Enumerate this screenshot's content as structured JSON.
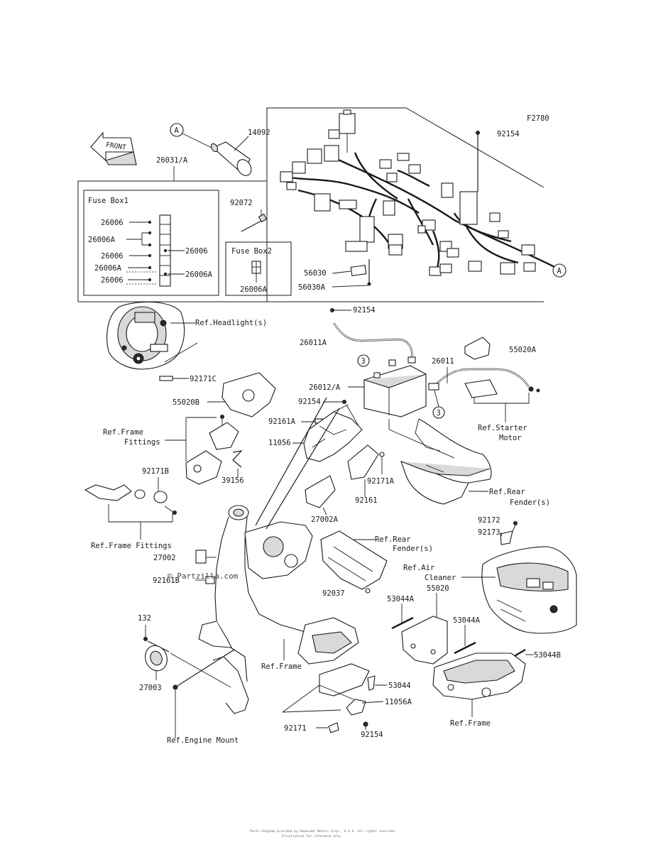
{
  "diagram": {
    "figure_code": "F2780",
    "front_arrow": "FRONT",
    "watermark": "© Partzilla.com",
    "footer_line1": "Parts diagram provided by Kawasaki Motors Corp., U.S.A. All rights reserved.",
    "footer_line2": "Illustration for reference only",
    "callouts": {
      "A": "A",
      "num3": "3"
    },
    "boxes": {
      "fuse_box_1": "Fuse Box1",
      "fuse_box_2": "Fuse Box2"
    },
    "labels": {
      "p14092": "14092",
      "p26031A": "26031/A",
      "p26006_1": "26006",
      "p26006A_1": "26006A",
      "p26006_2": "26006",
      "p26006_3": "26006",
      "p26006A_2": "26006A",
      "p26006_4": "26006",
      "p26006A_3": "26006A",
      "p92072": "92072",
      "p26006A_fb2": "26006A",
      "p92154_top": "92154",
      "p56030": "56030",
      "p56030A": "56030A",
      "ref_headlight": "Ref.Headlight(s)",
      "p92171C": "92171C",
      "p55020B": "55020B",
      "ref_frame_fittings_1a": "Ref.Frame",
      "ref_frame_fittings_1b": "Fittings",
      "p39156": "39156",
      "p92171B": "92171B",
      "ref_frame_fittings_2": "Ref.Frame Fittings",
      "p92154_mid": "92154",
      "p26011A": "26011A",
      "p26012A": "26012/A",
      "p92154_b": "92154",
      "p92161A": "92161A",
      "p11056": "11056",
      "p27002A": "27002A",
      "p92161": "92161",
      "p92171A": "92171A",
      "p55020A": "55020A",
      "p26011": "26011",
      "ref_starter_a": "Ref.Starter",
      "ref_starter_b": "Motor",
      "ref_rear_fender_1a": "Ref.Rear",
      "ref_rear_fender_1b": "Fender(s)",
      "p92172": "92172",
      "p92173": "92173",
      "p27002": "27002",
      "p92161B": "92161B",
      "ref_rear_fender_2a": "Ref.Rear",
      "ref_rear_fender_2b": "Fender(s)",
      "p92037": "92037",
      "ref_air_cleaner_a": "Ref.Air",
      "ref_air_cleaner_b": "Cleaner",
      "p55020": "55020",
      "p53044A_1": "53044A",
      "p53044A_2": "53044A",
      "p53044B": "53044B",
      "p132": "132",
      "p27003": "27003",
      "ref_frame_1": "Ref.Frame",
      "p53044": "53044",
      "p11056A": "11056A",
      "p92171": "92171",
      "p92154_bot": "92154",
      "ref_frame_2": "Ref.Frame",
      "ref_engine_mount": "Ref.Engine Mount"
    }
  }
}
